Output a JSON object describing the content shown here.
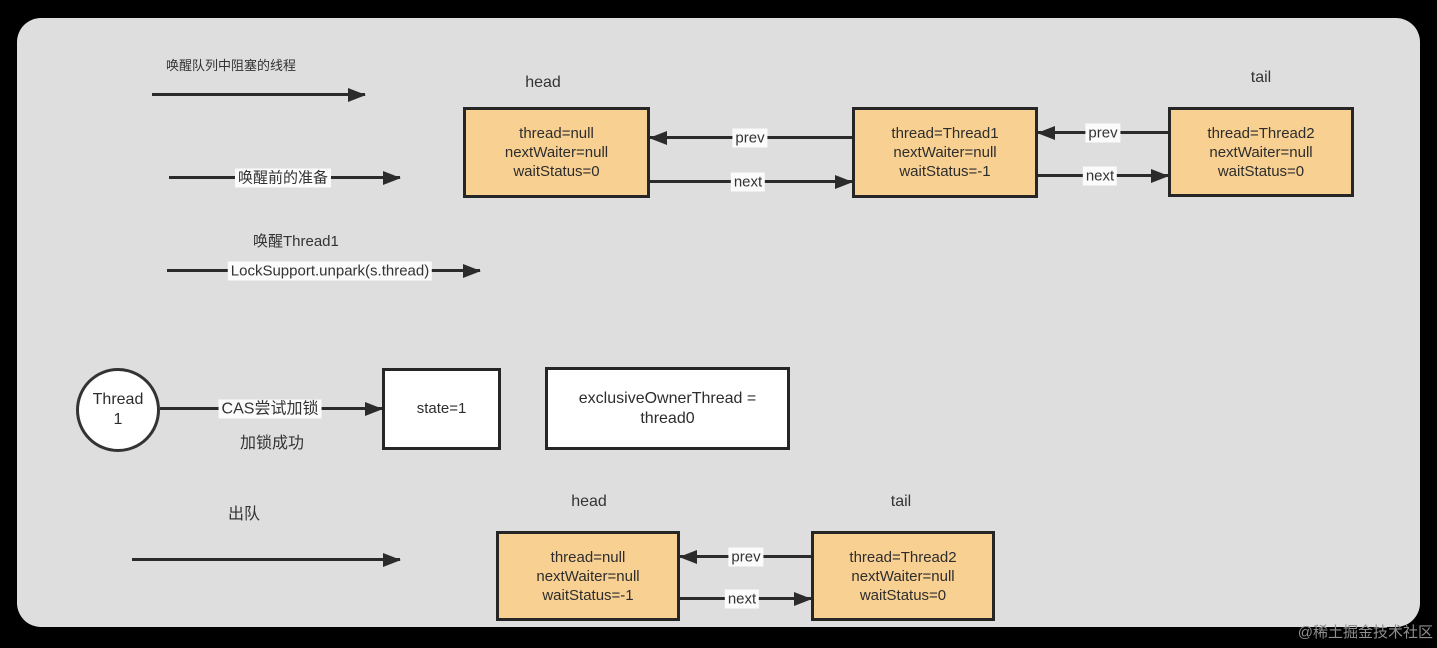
{
  "colors": {
    "outer_bg": "#000000",
    "panel_bg": "#dedede",
    "node_fill": "#f8d092",
    "node_border": "#262626",
    "arrow": "#2b2b2b",
    "text": "#333333",
    "white_box": "#ffffff",
    "label_bg": "#fbfbfb",
    "watermark": "#8f8f8f"
  },
  "annotations": {
    "wake_blocked": "唤醒队列中阻塞的线程",
    "prepare_before_wake": "唤醒前的准备",
    "wake_thread1": "唤醒Thread1",
    "unpark_call": "LockSupport.unpark(s.thread)",
    "cas_try_lock": "CAS尝试加锁",
    "lock_success": "加锁成功",
    "dequeue": "出队"
  },
  "edge_labels": {
    "prev": "prev",
    "next": "next"
  },
  "top_queue": {
    "head_label": "head",
    "tail_label": "tail",
    "nodes": [
      {
        "lines": [
          "thread=null",
          "nextWaiter=null",
          "waitStatus=0"
        ]
      },
      {
        "lines": [
          "thread=Thread1",
          "nextWaiter=null",
          "waitStatus=-1"
        ]
      },
      {
        "lines": [
          "thread=Thread2",
          "nextWaiter=null",
          "waitStatus=0"
        ]
      }
    ]
  },
  "lock_section": {
    "thread_circle_line1": "Thread",
    "thread_circle_line2": "1",
    "state_box": "state=1",
    "owner_box_line1": "exclusiveOwnerThread =",
    "owner_box_line2": "thread0"
  },
  "bottom_queue": {
    "head_label": "head",
    "tail_label": "tail",
    "nodes": [
      {
        "lines": [
          "thread=null",
          "nextWaiter=null",
          "waitStatus=-1"
        ]
      },
      {
        "lines": [
          "thread=Thread2",
          "nextWaiter=null",
          "waitStatus=0"
        ]
      }
    ]
  },
  "watermark": "@稀土掘金技术社区"
}
